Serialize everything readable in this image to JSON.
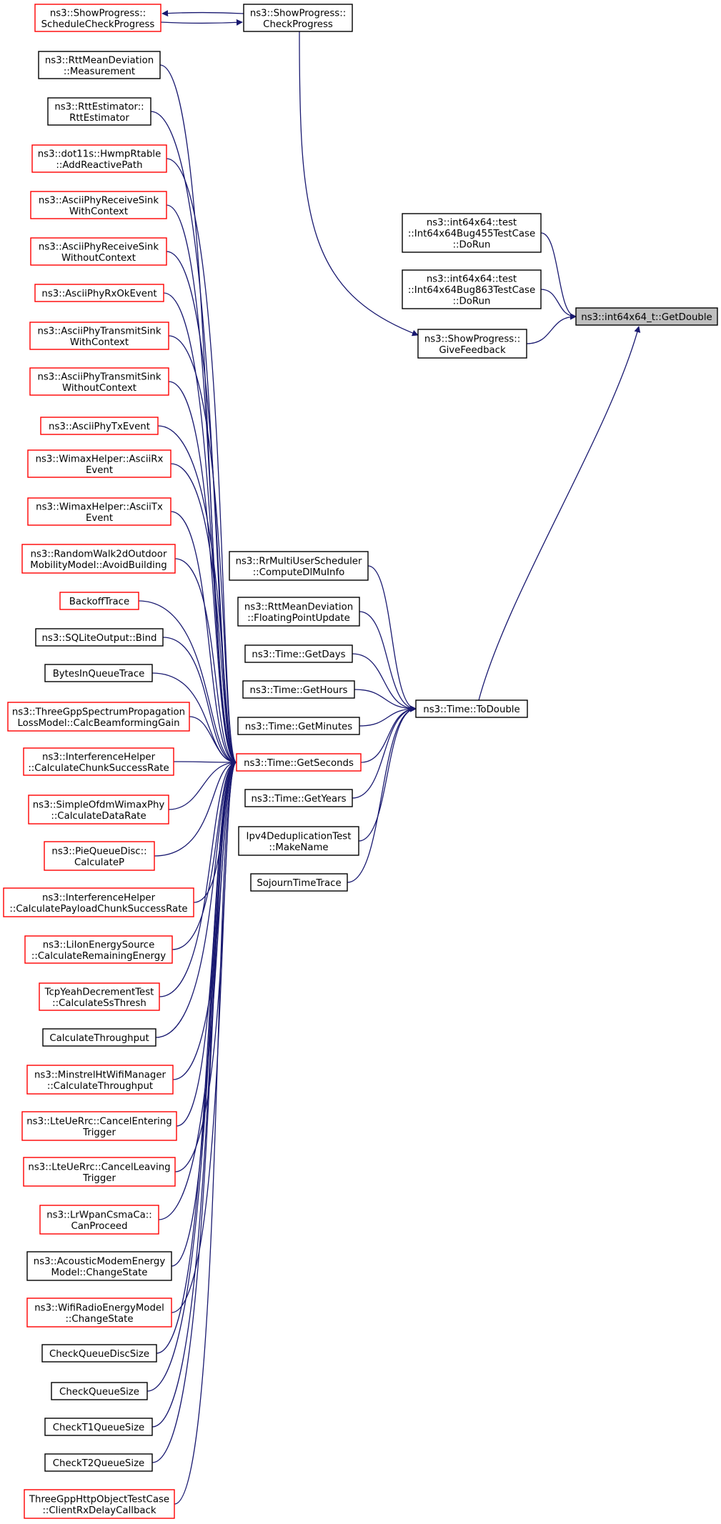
{
  "colors": {
    "edge": "#191970",
    "black_border": "#000000",
    "red_border": "#ff0000",
    "focus_fill": "#bfbfbf"
  },
  "nodes": {
    "getdouble": [
      "ns3::int64x64_t::GetDouble"
    ],
    "bug455": [
      "ns3::int64x64::test",
      "::Int64x64Bug455TestCase",
      "::DoRun"
    ],
    "bug863": [
      "ns3::int64x64::test",
      "::Int64x64Bug863TestCase",
      "::DoRun"
    ],
    "givefeedback": [
      "ns3::ShowProgress::",
      "GiveFeedback"
    ],
    "checkprogress": [
      "ns3::ShowProgress::",
      "CheckProgress"
    ],
    "schedulecheckprogress": [
      "ns3::ShowProgress::",
      "ScheduleCheckProgress"
    ],
    "todouble": [
      "ns3::Time::ToDouble"
    ],
    "computedlmuinfo": [
      "ns3::RrMultiUserScheduler",
      "::ComputeDlMuInfo"
    ],
    "floatingpointupdate": [
      "ns3::RttMeanDeviation",
      "::FloatingPointUpdate"
    ],
    "getdays": [
      "ns3::Time::GetDays"
    ],
    "gethours": [
      "ns3::Time::GetHours"
    ],
    "getminutes": [
      "ns3::Time::GetMinutes"
    ],
    "getseconds": [
      "ns3::Time::GetSeconds"
    ],
    "getyears": [
      "ns3::Time::GetYears"
    ],
    "makename": [
      "Ipv4DeduplicationTest",
      "::MakeName"
    ],
    "sojourntimetrace": [
      "SojournTimeTrace"
    ],
    "measurement": [
      "ns3::RttMeanDeviation",
      "::Measurement"
    ],
    "rttestimator": [
      "ns3::RttEstimator::",
      "RttEstimator"
    ],
    "addreactivepath": [
      "ns3::dot11s::HwmpRtable",
      "::AddReactivePath"
    ],
    "asciirxsinkwithctx": [
      "ns3::AsciiPhyReceiveSink",
      "WithContext"
    ],
    "asciirxsinkwithoutctx": [
      "ns3::AsciiPhyReceiveSink",
      "WithoutContext"
    ],
    "asciirxok": [
      "ns3::AsciiPhyRxOkEvent"
    ],
    "asciitxsinkwithctx": [
      "ns3::AsciiPhyTransmitSink",
      "WithContext"
    ],
    "asciitxsinkwithoutctx": [
      "ns3::AsciiPhyTransmitSink",
      "WithoutContext"
    ],
    "asciitxevent": [
      "ns3::AsciiPhyTxEvent"
    ],
    "wimaxasciirx": [
      "ns3::WimaxHelper::AsciiRx",
      "Event"
    ],
    "wimaxasciitx": [
      "ns3::WimaxHelper::AsciiTx",
      "Event"
    ],
    "avoidbuilding": [
      "ns3::RandomWalk2dOutdoor",
      "MobilityModel::AvoidBuilding"
    ],
    "backofftrace": [
      "BackoffTrace"
    ],
    "sqlitebind": [
      "ns3::SQLiteOutput::Bind"
    ],
    "bytesinqueuetrace": [
      "BytesInQueueTrace"
    ],
    "calcbeamforminggain": [
      "ns3::ThreeGppSpectrumPropagation",
      "LossModel::CalcBeamformingGain"
    ],
    "chunksuccessrate": [
      "ns3::InterferenceHelper",
      "::CalculateChunkSuccessRate"
    ],
    "calculatedatarate": [
      "ns3::SimpleOfdmWimaxPhy",
      "::CalculateDataRate"
    ],
    "calculatep": [
      "ns3::PieQueueDisc::",
      "CalculateP"
    ],
    "payloadchunksuccessrate": [
      "ns3::InterferenceHelper",
      "::CalculatePayloadChunkSuccessRate"
    ],
    "remainingenergy": [
      "ns3::LiIonEnergySource",
      "::CalculateRemainingEnergy"
    ],
    "calculatessthresh": [
      "TcpYeahDecrementTest",
      "::CalculateSsThresh"
    ],
    "calculatethroughput": [
      "CalculateThroughput"
    ],
    "minstrelthroughput": [
      "ns3::MinstrelHtWifiManager",
      "::CalculateThroughput"
    ],
    "cancelentering": [
      "ns3::LteUeRrc::CancelEntering",
      "Trigger"
    ],
    "cancelleaving": [
      "ns3::LteUeRrc::CancelLeaving",
      "Trigger"
    ],
    "canproceed": [
      "ns3::LrWpanCsmaCa::",
      "CanProceed"
    ],
    "acousticchangestate": [
      "ns3::AcousticModemEnergy",
      "Model::ChangeState"
    ],
    "wifiradiochangestate": [
      "ns3::WifiRadioEnergyModel",
      "::ChangeState"
    ],
    "checkqueuediscsize": [
      "CheckQueueDiscSize"
    ],
    "checkqueuesize": [
      "CheckQueueSize"
    ],
    "checkt1queuesize": [
      "CheckT1QueueSize"
    ],
    "checkt2queuesize": [
      "CheckT2QueueSize"
    ],
    "clientrxdelaycallback": [
      "ThreeGppHttpObjectTestCase",
      "::ClientRxDelayCallback"
    ]
  }
}
